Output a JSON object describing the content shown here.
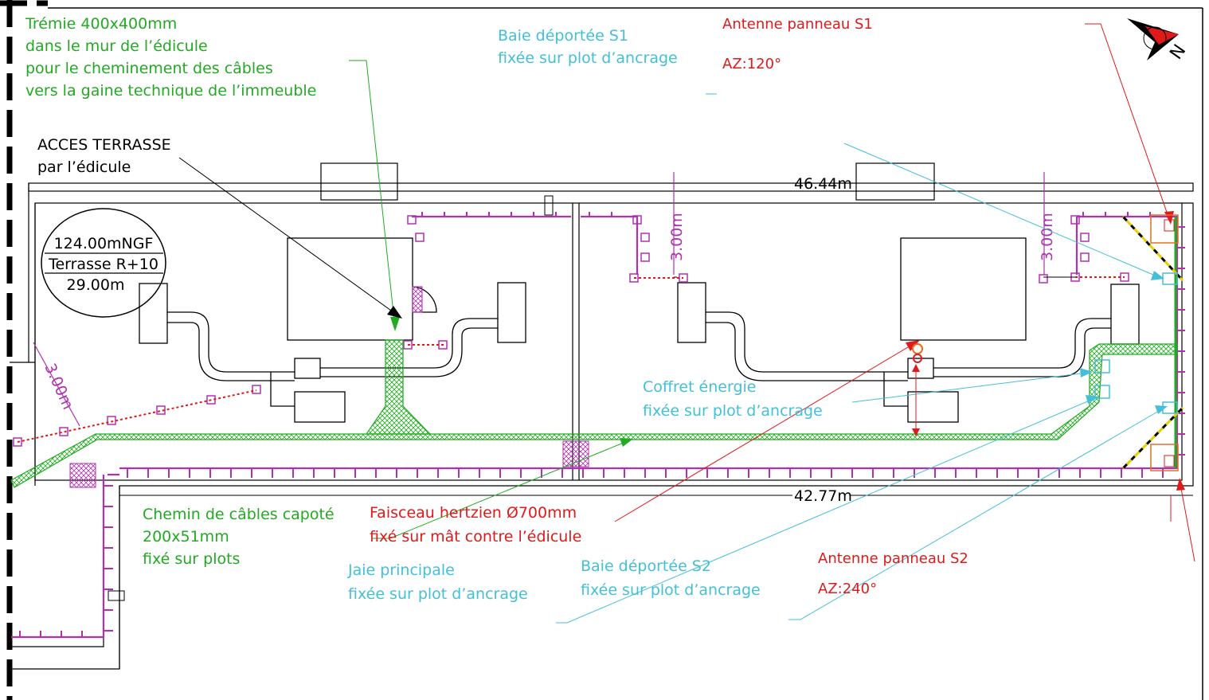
{
  "colors": {
    "wall": "#000000",
    "cable_tray": "#b030b0",
    "cable_route": "#22aa22",
    "energy_label": "#44bfd8",
    "antenna_label": "#e01a1a"
  },
  "compass": {
    "letter": "N"
  },
  "elevation": {
    "ngf": "124.00mNGF",
    "level": "Terrasse R+10",
    "height": "29.00m"
  },
  "dimensions": {
    "top_length": "46.44m",
    "bottom_length": "42.77m",
    "setback_left": "3.00m",
    "setback_mid": "3.00m",
    "setback_right": "3.00m"
  },
  "labels": {
    "tremie": [
      "Trémie 400x400mm",
      "dans le mur de l’édicule",
      "pour le cheminement des câbles",
      "vers la gaine technique de l’immeuble"
    ],
    "acces": [
      "ACCES TERRASSE",
      "par l’édicule"
    ],
    "baie_s1": [
      "Baie déportée S1",
      "fixée sur plot d’ancrage"
    ],
    "antenne_s1": [
      "Antenne panneau S1",
      "AZ:120°"
    ],
    "coffret": [
      "Coffret énergie",
      "fixée sur plot d’ancrage"
    ],
    "chemin": [
      "Chemin de câbles capoté",
      "200x51mm",
      "fixé sur plots"
    ],
    "faisceau": [
      "Faisceau hertzien Ø700mm",
      "fixé sur mât contre l’édicule"
    ],
    "baie_principale": [
      "Jaie principale",
      "fixée sur plot d’ancrage"
    ],
    "baie_s2": [
      "Baie déportée S2",
      "fixée sur plot d’ancrage"
    ],
    "antenne_s2": [
      "Antenne panneau S2",
      "AZ:240°"
    ]
  }
}
